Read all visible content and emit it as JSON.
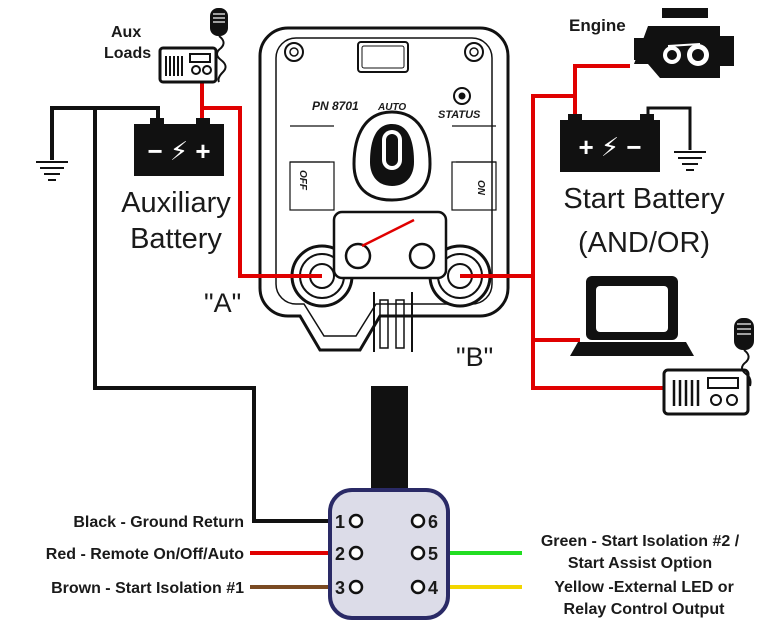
{
  "labels": {
    "aux_loads_line1": "Aux",
    "aux_loads_line2": "Loads",
    "engine": "Engine",
    "auxiliary_battery_line1": "Auxiliary",
    "auxiliary_battery_line2": "Battery",
    "start_battery_line1": "Start Battery",
    "start_battery_line2": "(AND/OR)",
    "terminal_a": "\"A\"",
    "terminal_b": "\"B\""
  },
  "device": {
    "part_number": "PN 8701",
    "auto": "AUTO",
    "status": "STATUS",
    "off": "OFF",
    "on": "ON"
  },
  "battery_symbols": {
    "aux": "− ⚡ +",
    "start": "+ ⚡ −"
  },
  "connector": {
    "pins_left": [
      "1",
      "2",
      "3"
    ],
    "pins_right": [
      "6",
      "5",
      "4"
    ]
  },
  "wires": {
    "left": [
      {
        "label": "Black - Ground Return",
        "color": "#111111"
      },
      {
        "label": "Red - Remote On/Off/Auto",
        "color": "#e00000"
      },
      {
        "label": "Brown - Start Isolation #1",
        "color": "#7a4a22"
      }
    ],
    "right": [
      {
        "label_line1": "Green - Start Isolation #2 /",
        "label_line2": "Start Assist Option",
        "color": "#22dd22"
      },
      {
        "label_line1": "Yellow -External LED or",
        "label_line2": "Relay Control Output",
        "color": "#f2d600"
      }
    ]
  },
  "colors": {
    "positive_wire": "#e00000",
    "ground_wire": "#111111",
    "connector_border": "#2a2a66",
    "connector_fill": "#dcdce8"
  },
  "icons": [
    "radio-icon",
    "microphone-icon",
    "engine-icon",
    "laptop-icon",
    "ground-icon",
    "battery-icon"
  ]
}
